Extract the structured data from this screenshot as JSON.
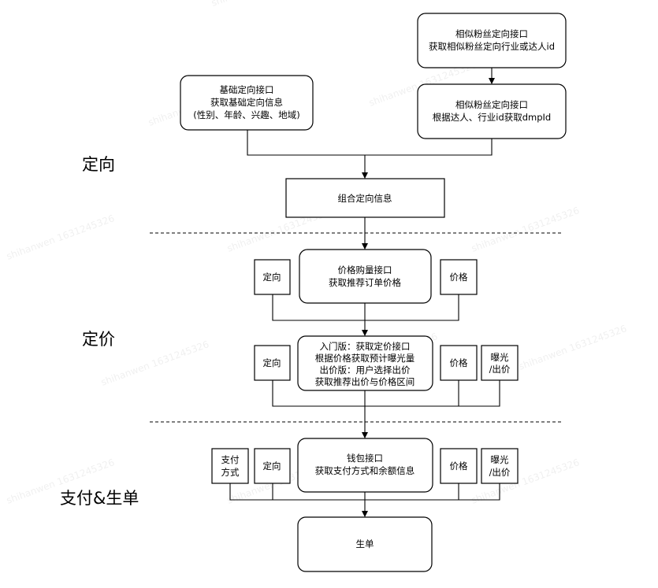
{
  "sections": {
    "targeting": "定向",
    "pricing": "定价",
    "payment": "支付&生单"
  },
  "nodes": {
    "similar_fans_1": [
      "相似粉丝定向接口",
      "获取相似粉丝定向行业或达人id"
    ],
    "similar_fans_2": [
      "相似粉丝定向接口",
      "根据达人、行业id获取dmpId"
    ],
    "basic_targeting": [
      "基础定向接口",
      "获取基础定向信息",
      "(性别、年龄、兴趣、地域)"
    ],
    "combine_targeting": [
      "组合定向信息"
    ],
    "price_volume": [
      "价格购量接口",
      "获取推荐订单价格"
    ],
    "price_row_targeting": [
      "定向"
    ],
    "price_row_price": [
      "价格"
    ],
    "pricing_main": [
      "入门版：获取定价接口",
      "根据价格获取预计曝光量",
      "出价版：用户选择出价",
      "获取推荐出价与价格区间"
    ],
    "pricing_row_targeting": [
      "定向"
    ],
    "pricing_row_price": [
      "价格"
    ],
    "pricing_row_exposure": [
      "曝光",
      "/出价"
    ],
    "wallet": [
      "钱包接口",
      "获取支付方式和余额信息"
    ],
    "pay_row_method": [
      "支付",
      "方式"
    ],
    "pay_row_targeting": [
      "定向"
    ],
    "pay_row_price": [
      "价格"
    ],
    "pay_row_exposure": [
      "曝光",
      "/出价"
    ],
    "create_order": [
      "生单"
    ]
  },
  "watermark": "shihanwen 1631245326"
}
